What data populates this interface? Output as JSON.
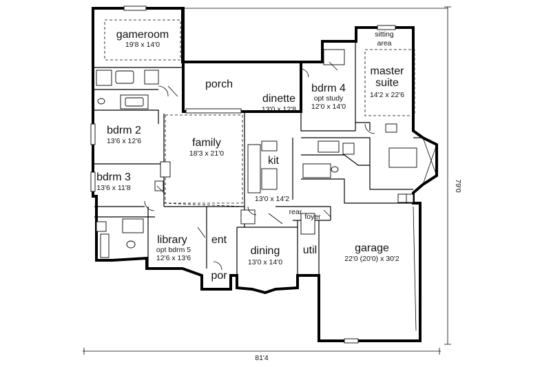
{
  "rooms": {
    "gameroom": {
      "name": "gameroom",
      "size": "19'8 x 14'0"
    },
    "porch": {
      "name": "porch"
    },
    "dinette": {
      "name": "dinette",
      "size": "13'0 x 12'8"
    },
    "bdrm4": {
      "name": "bdrm 4",
      "note": "opt study",
      "size": "12'0 x 14'0"
    },
    "sitting": {
      "name1": "sitting",
      "name2": "area"
    },
    "master": {
      "name1": "master",
      "name2": "suite",
      "size": "14'2 x 22'6"
    },
    "bdrm2": {
      "name": "bdrm 2",
      "size": "13'6 x 12'6"
    },
    "family": {
      "name": "family",
      "size": "18'3 x 21'0"
    },
    "kit": {
      "name": "kit",
      "size": "13'0 x 14'2"
    },
    "bdrm3": {
      "name": "bdrm 3",
      "size": "13'6 x 11'8"
    },
    "rear_foyer": {
      "name1": "rear",
      "name2": "foyer"
    },
    "library": {
      "name": "library",
      "note": "opt bdrm 5",
      "size": "12'6 x 13'6"
    },
    "ent": {
      "name": "ent"
    },
    "dining": {
      "name": "dining",
      "size": "13'0 x 14'0"
    },
    "util": {
      "name": "util"
    },
    "garage": {
      "name": "garage",
      "size": "22'0 (20'0) x 30'2"
    },
    "por": {
      "name": "por"
    }
  },
  "dimensions": {
    "width": "81'4",
    "depth": "79'0"
  }
}
